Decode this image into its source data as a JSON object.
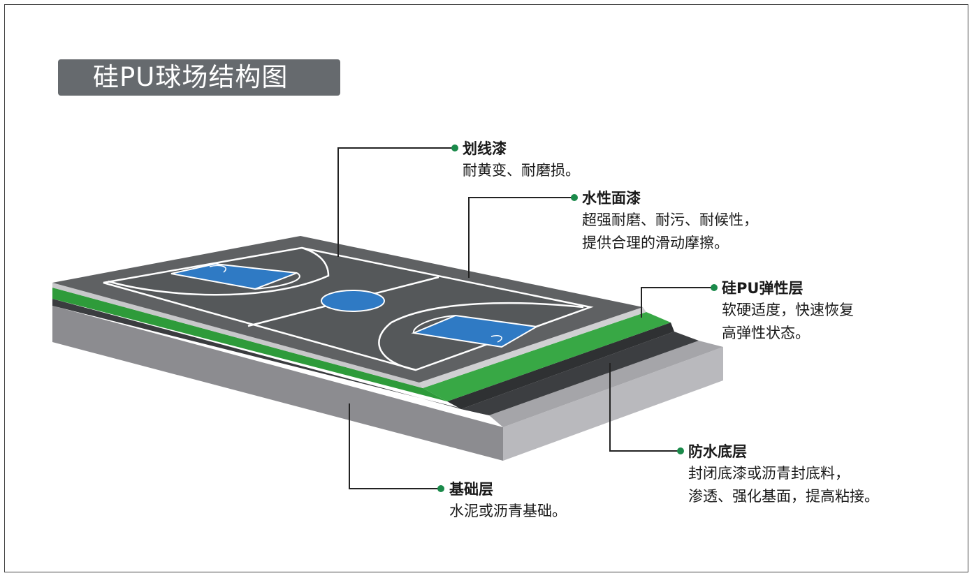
{
  "title": "硅PU球场结构图",
  "colors": {
    "title_bg": "#666a6e",
    "accent_dot": "#1a8a4a",
    "surface_gray": "#5f6163",
    "court_blue": "#2f7ac4",
    "green_layer": "#2e9b3a",
    "waterproof_layer": "#3c3e41",
    "base_layer": "#8f8f93"
  },
  "callouts": [
    {
      "key": "line-paint",
      "title": "划线漆",
      "lines": [
        "耐黄变、耐磨损。"
      ]
    },
    {
      "key": "water-topcoat",
      "title": "水性面漆",
      "lines": [
        "超强耐磨、耐污、耐候性，",
        "提供合理的滑动摩擦。"
      ]
    },
    {
      "key": "silicon-pu-elastic",
      "title": "硅PU弹性层",
      "lines": [
        "软硬适度，快速恢复",
        "高弹性状态。"
      ]
    },
    {
      "key": "waterproof-primer",
      "title": "防水底层",
      "lines": [
        "封闭底漆或沥青封底料，",
        "渗透、强化基面，提高粘接。"
      ]
    },
    {
      "key": "foundation",
      "title": "基础层",
      "lines": [
        "水泥或沥青基础。"
      ]
    }
  ]
}
